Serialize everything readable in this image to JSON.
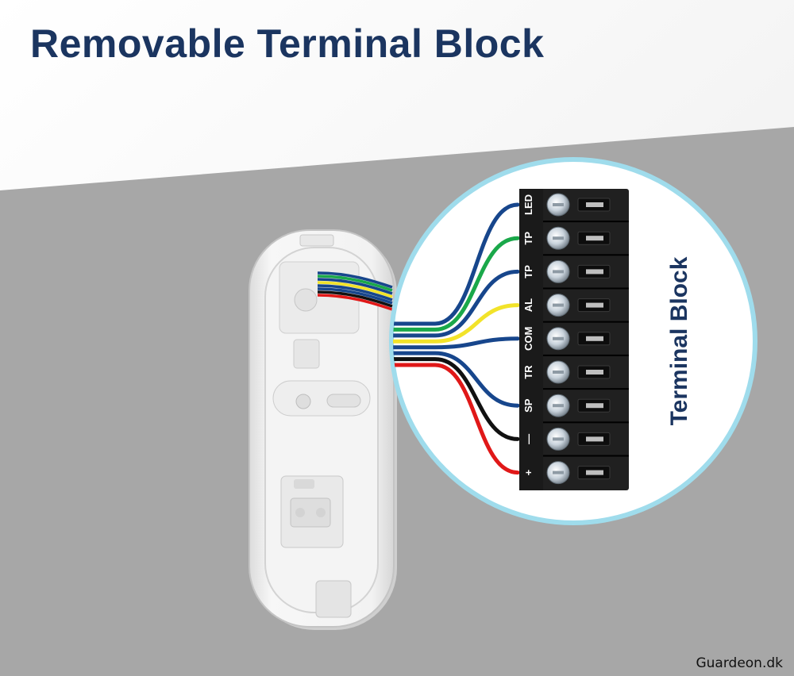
{
  "title": "Removable Terminal Block",
  "block_label": "Terminal Block",
  "watermark": "Guardeon.dk",
  "colors": {
    "title": "#1b3560",
    "band_gray": "#a7a7a7",
    "circle_ring": "#9fdcec",
    "terminal_body": "#202020",
    "wire_blue": "#17468c",
    "wire_green": "#1aa84a",
    "wire_yellow": "#f2e32a",
    "wire_black": "#111111",
    "wire_red": "#e01818"
  },
  "terminals": [
    {
      "label": "LED",
      "wire": "blue"
    },
    {
      "label": "TP",
      "wire": "green"
    },
    {
      "label": "TP",
      "wire": "blue"
    },
    {
      "label": "AL",
      "wire": "yellow"
    },
    {
      "label": "COM",
      "wire": "blue"
    },
    {
      "label": "TR",
      "wire": "none"
    },
    {
      "label": "SP",
      "wire": "blue"
    },
    {
      "label": "—",
      "wire": "black"
    },
    {
      "label": "+",
      "wire": "red"
    }
  ]
}
